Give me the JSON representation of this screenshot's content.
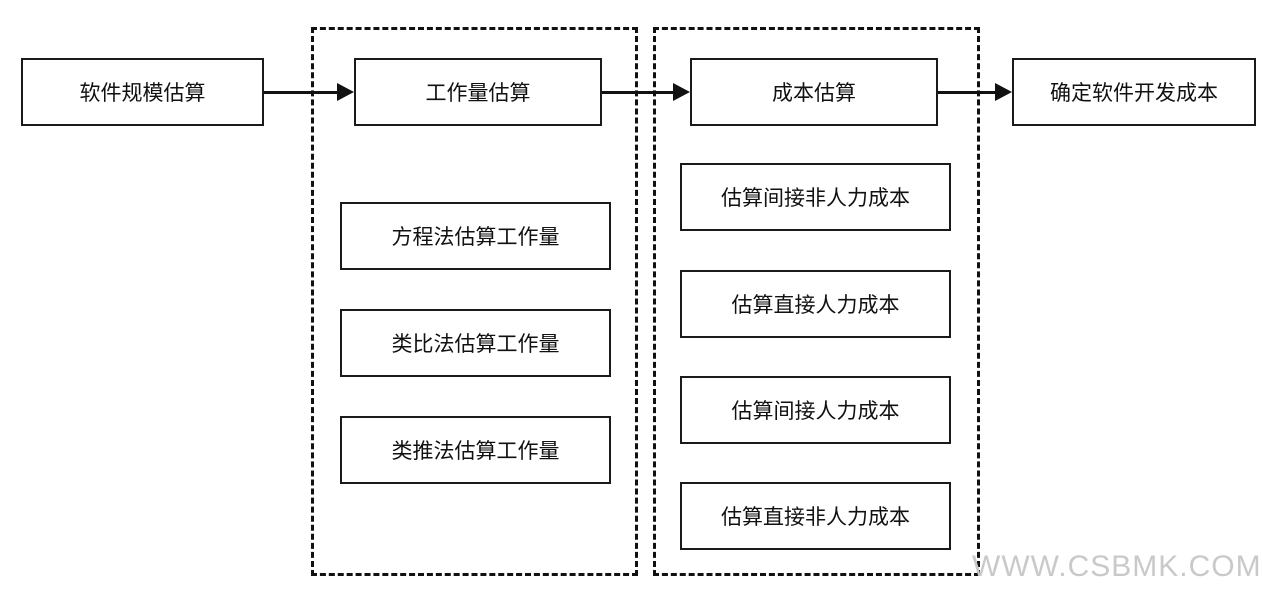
{
  "nodes": {
    "software_size_estimation": "软件规模估算",
    "effort_estimation": "工作量估算",
    "cost_estimation": "成本估算",
    "determine_dev_cost": "确定软件开发成本"
  },
  "effort_methods": [
    "方程法估算工作量",
    "类比法估算工作量",
    "类推法估算工作量"
  ],
  "cost_items": [
    "估算间接非人力成本",
    "估算直接人力成本",
    "估算间接人力成本",
    "估算直接非人力成本"
  ],
  "watermark": "WWW.CSBMK.COM"
}
